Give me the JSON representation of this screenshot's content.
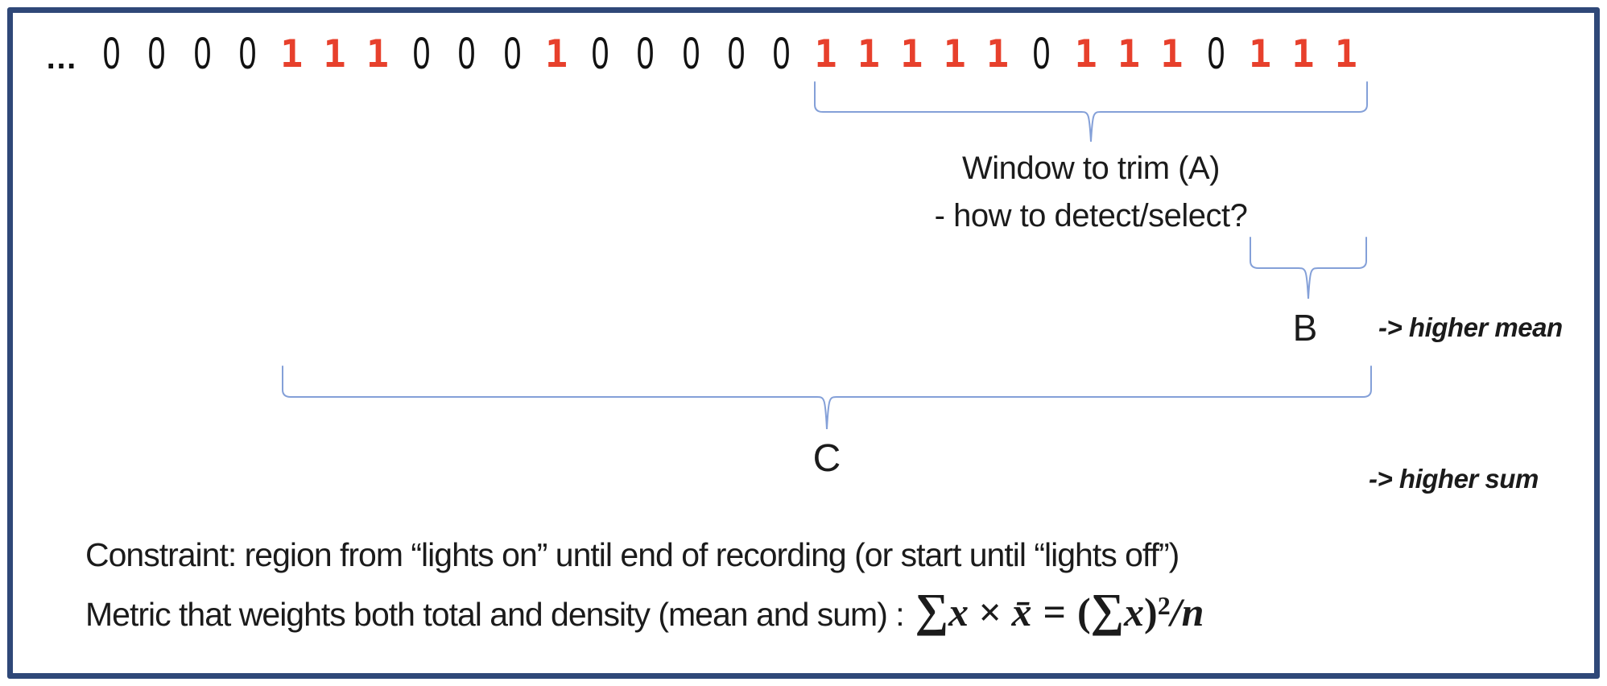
{
  "frame": {
    "border_color": "#2F4878"
  },
  "sequence": {
    "tokens": [
      "…",
      "0",
      "0",
      "0",
      "0",
      "1",
      "1",
      "1",
      "0",
      "0",
      "0",
      "1",
      "0",
      "0",
      "0",
      "0",
      "0",
      "1",
      "1",
      "1",
      "1",
      "1",
      "0",
      "1",
      "1",
      "1",
      "0",
      "1",
      "1",
      "1"
    ],
    "one_color": "#E7402C",
    "zero_color": "#111111"
  },
  "braces": {
    "color": "#84A0D8"
  },
  "annotations": {
    "window_a": {
      "line1": "Window to trim (A)",
      "line2": "- how to detect/select?"
    },
    "b": {
      "label": "B",
      "note": "-> higher mean"
    },
    "c": {
      "label": "C",
      "note": "-> higher sum"
    }
  },
  "footer": {
    "constraint": "Constraint: region from “lights on” until end of recording (or start until “lights off”)",
    "metric_prefix": "Metric that weights both total and density (mean and sum) :",
    "formula": {
      "sum1": "∑",
      "x1": "x",
      "times": "×",
      "xbar": "x̄",
      "equals": "=",
      "lparen": "(",
      "sum2": "∑",
      "x2": "x",
      "rparen": ")",
      "sup": "2",
      "over_n": "/n"
    }
  }
}
